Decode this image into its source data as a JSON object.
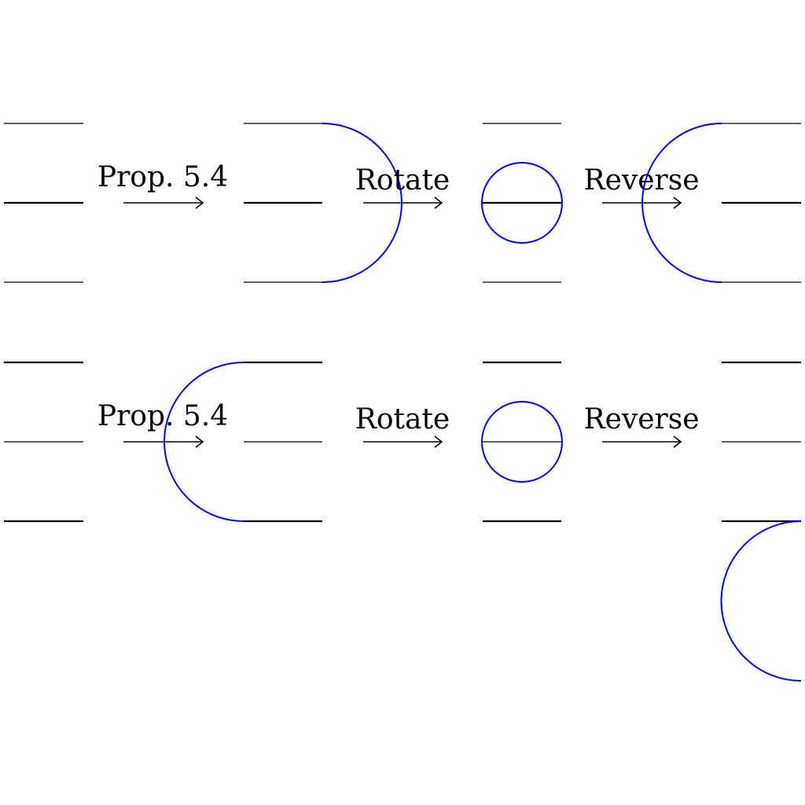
{
  "colors": {
    "strand": "#000000",
    "arc": "#0000ff",
    "background": "#ffffff"
  },
  "rows": [
    {
      "steps": [
        {
          "label": "Prop. 5.4"
        },
        {
          "label": "Rotate"
        },
        {
          "label": "Reverse"
        }
      ]
    },
    {
      "steps": [
        {
          "label": "Prop. 5.4"
        },
        {
          "label": "Rotate"
        },
        {
          "label": "Reverse"
        }
      ]
    }
  ]
}
